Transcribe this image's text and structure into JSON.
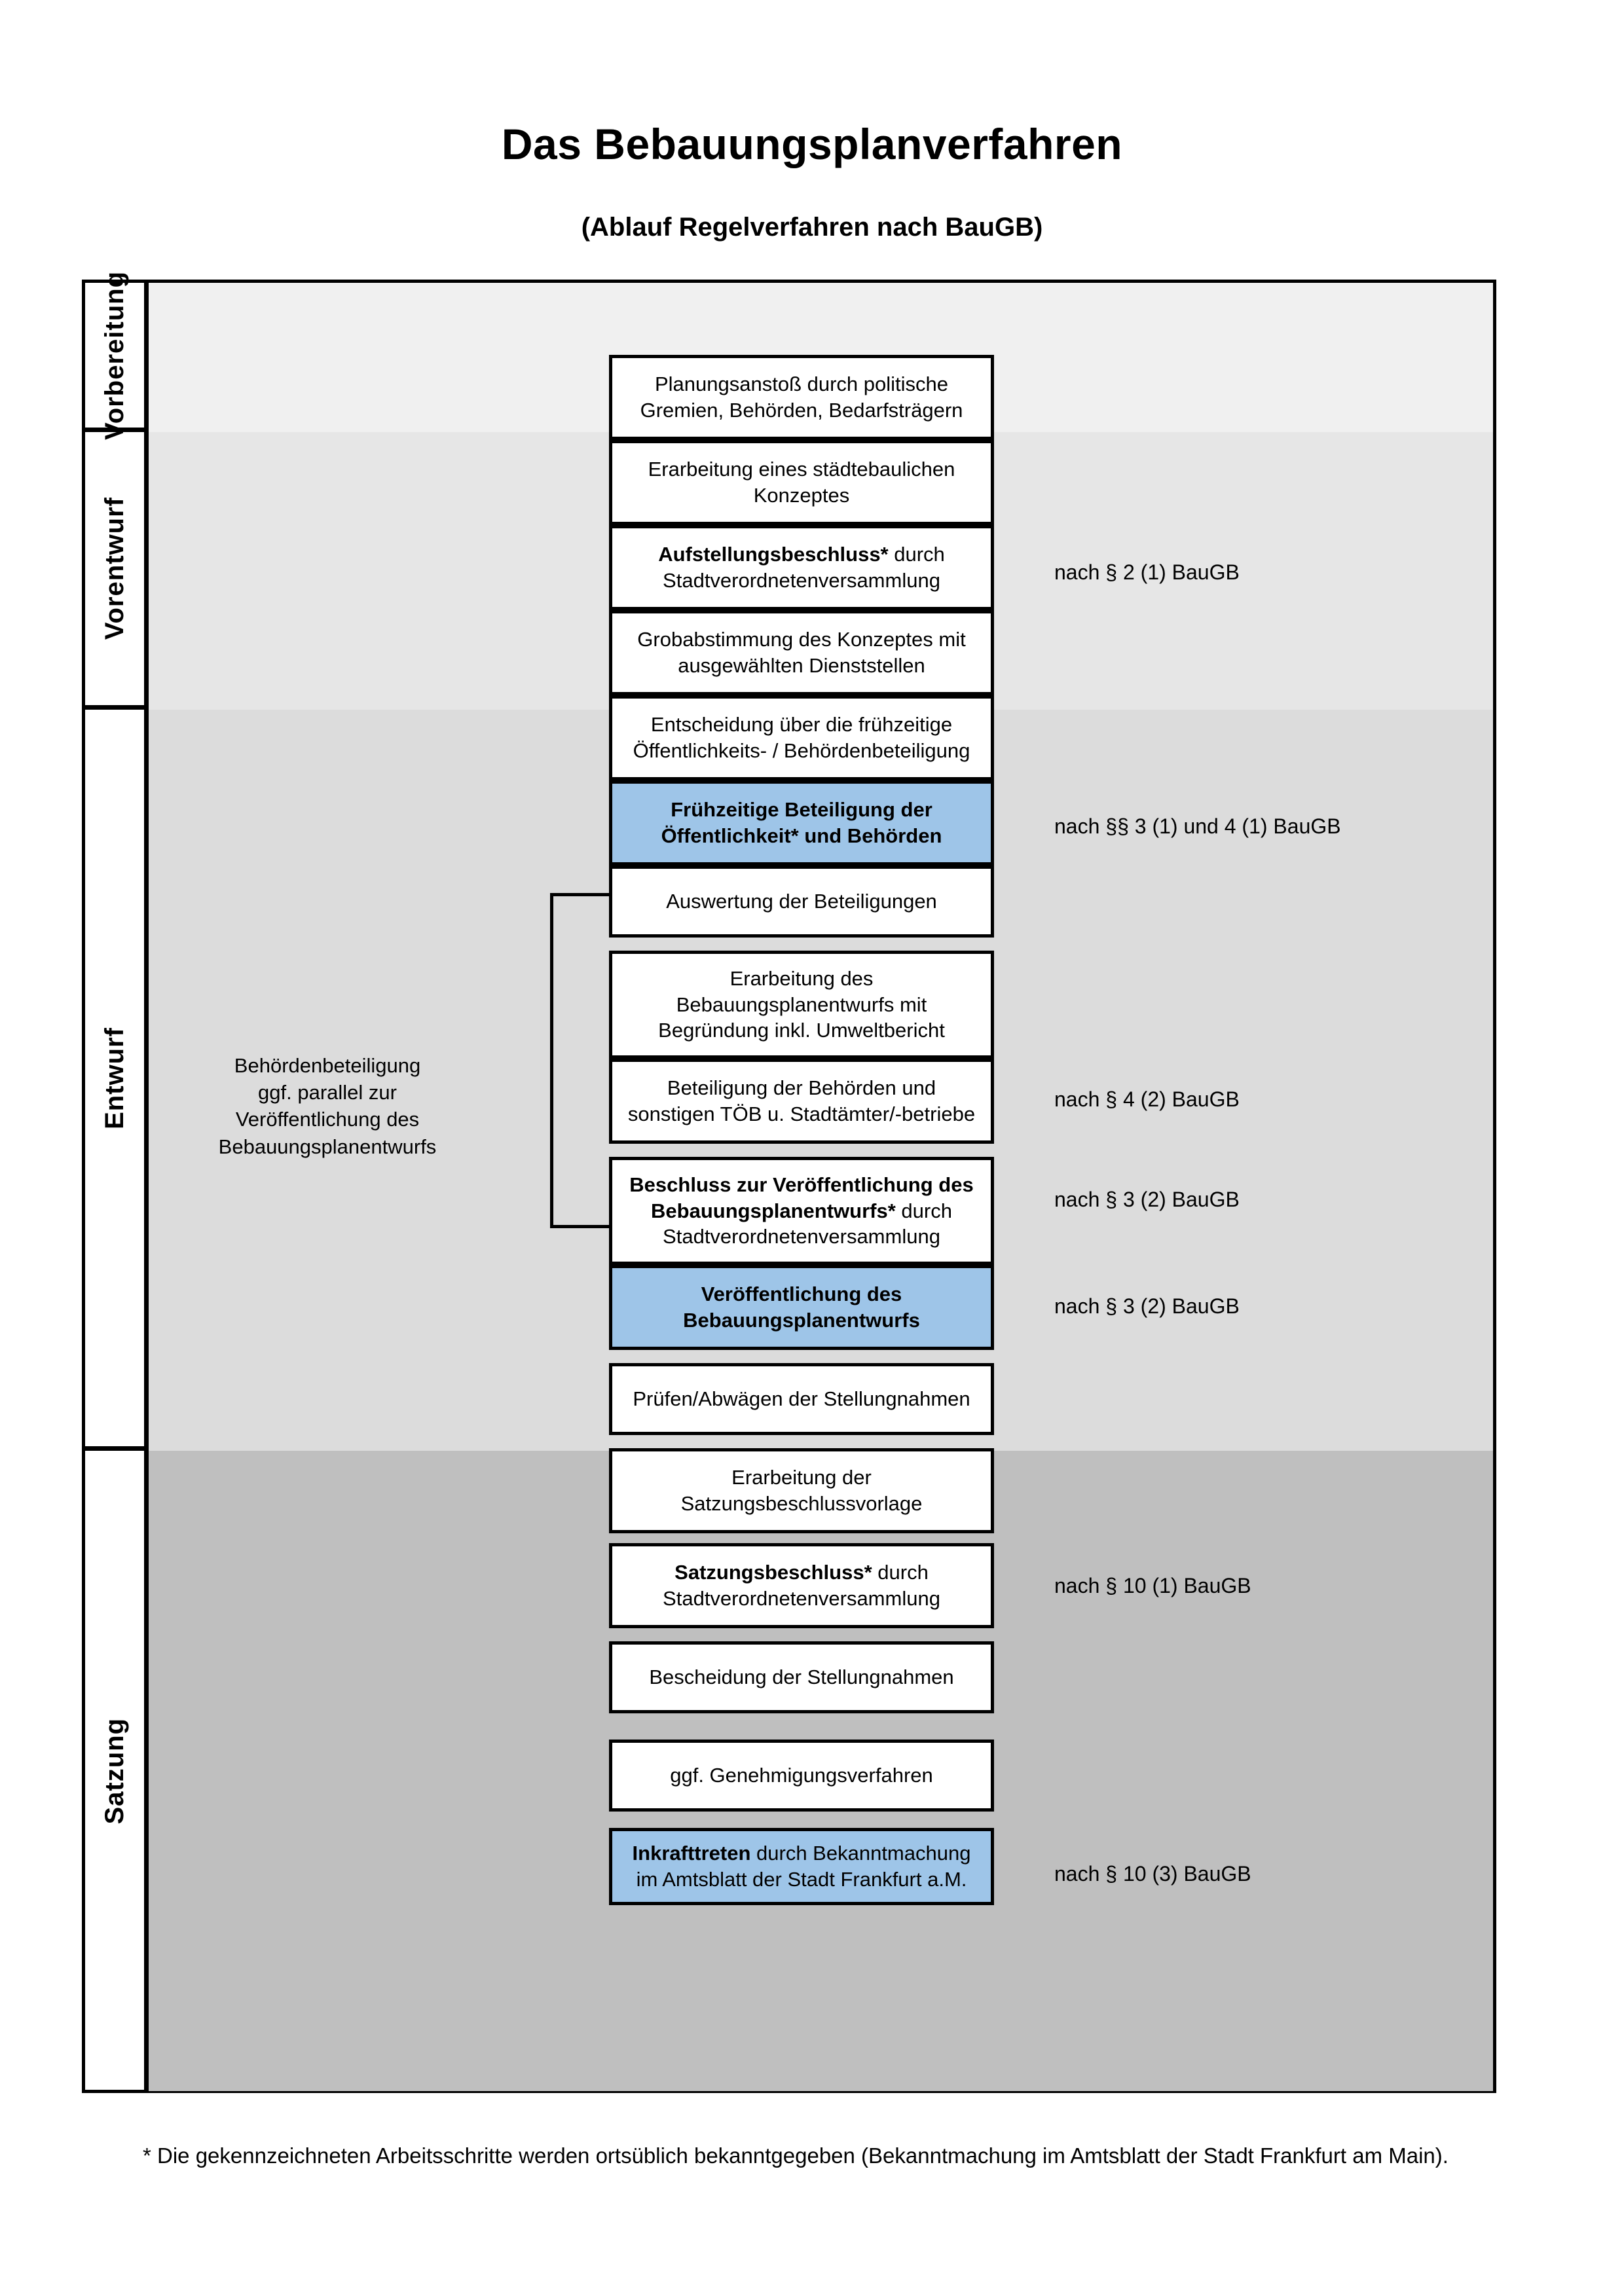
{
  "document": {
    "title": "Das Bebauungsplanverfahren",
    "subtitle": "(Ablauf Regelverfahren nach BauGB)",
    "footnote": "* Die gekennzeichneten Arbeitsschritte werden ortsüblich bekanntgegeben (Bekanntmachung im Amtsblatt  der Stadt Frankfurt am Main)."
  },
  "colors": {
    "highlight_blue": "#9EC5E8",
    "band_1": "#f0f0f0",
    "band_2": "#e6e6e6",
    "band_3": "#dcdcdc",
    "band_4": "#bfbfbf",
    "line": "#000000"
  },
  "phases": [
    {
      "label": "Vorbereitung"
    },
    {
      "label": "Vorentwurf"
    },
    {
      "label": "Entwurf"
    },
    {
      "label": "Satzung"
    }
  ],
  "side_note": {
    "lines": [
      "Behördenbeteiligung",
      "ggf. parallel zur",
      "Veröffentlichung des",
      "Bebauungsplanentwurfs"
    ]
  },
  "steps": [
    {
      "id": "planungsanstoss",
      "phase": "Vorbereitung",
      "highlight": false,
      "lines": [
        {
          "text": "Planungsanstoß durch politische"
        },
        {
          "text": "Gremien, Behörden, Bedarfsträgern"
        }
      ]
    },
    {
      "id": "staedtebauliches-konzept",
      "phase": "Vorbereitung",
      "highlight": false,
      "lines": [
        {
          "text": "Erarbeitung eines städtebaulichen"
        },
        {
          "text": "Konzeptes"
        }
      ]
    },
    {
      "id": "aufstellungsbeschluss",
      "phase": "Vorbereitung",
      "highlight": false,
      "lines": [
        {
          "bold": "Aufstellungsbeschluss*",
          "text": " durch"
        },
        {
          "text": "Stadtverordnetenversammlung"
        }
      ]
    },
    {
      "id": "grobabstimmung",
      "phase": "Vorentwurf",
      "highlight": false,
      "lines": [
        {
          "text": "Grobabstimmung des Konzeptes mit"
        },
        {
          "text": "ausgewählten Dienststellen"
        }
      ]
    },
    {
      "id": "entscheidung-fruehzeitige",
      "phase": "Vorentwurf",
      "highlight": false,
      "lines": [
        {
          "text": "Entscheidung über die frühzeitige"
        },
        {
          "text": "Öffentlichkeits- / Behördenbeteiligung"
        }
      ]
    },
    {
      "id": "fruehzeitige-beteiligung",
      "phase": "Vorentwurf",
      "highlight": true,
      "lines": [
        {
          "bold": "Frühzeitige Beteiligung der"
        },
        {
          "bold": "Öffentlichkeit* und Behörden"
        }
      ]
    },
    {
      "id": "auswertung",
      "phase": "Entwurf",
      "highlight": false,
      "lines": [
        {
          "text": "Auswertung der Beteiligungen"
        }
      ]
    },
    {
      "id": "erarbeitung-entwurf",
      "phase": "Entwurf",
      "highlight": false,
      "lines": [
        {
          "text": "Erarbeitung des"
        },
        {
          "text": "Bebauungsplanentwurfs mit"
        },
        {
          "text": "Begründung inkl. Umweltbericht"
        }
      ]
    },
    {
      "id": "beteiligung-behoerden",
      "phase": "Entwurf",
      "highlight": false,
      "lines": [
        {
          "text": "Beteiligung der Behörden und"
        },
        {
          "text": "sonstigen TÖB u. Stadtämter/-betriebe"
        }
      ]
    },
    {
      "id": "beschluss-veroeffentlichung",
      "phase": "Entwurf",
      "highlight": false,
      "lines": [
        {
          "bold": "Beschluss zur Veröffentlichung des"
        },
        {
          "bold": "Bebauungsplanentwurfs*",
          "text": " durch"
        },
        {
          "text": "Stadtverordnetenversammlung"
        }
      ]
    },
    {
      "id": "veroeffentlichung-entwurf",
      "phase": "Entwurf",
      "highlight": true,
      "lines": [
        {
          "bold": "Veröffentlichung des"
        },
        {
          "bold": "Bebauungsplanentwurfs"
        }
      ]
    },
    {
      "id": "pruefen-abwaegen",
      "phase": "Satzung",
      "highlight": false,
      "lines": [
        {
          "text": "Prüfen/Abwägen der Stellungnahmen"
        }
      ]
    },
    {
      "id": "satzungsbeschlussvorlage",
      "phase": "Satzung",
      "highlight": false,
      "lines": [
        {
          "text": "Erarbeitung der"
        },
        {
          "text": "Satzungsbeschlussvorlage"
        }
      ]
    },
    {
      "id": "satzungsbeschluss",
      "phase": "Satzung",
      "highlight": false,
      "lines": [
        {
          "bold": "Satzungsbeschluss*",
          "text": " durch"
        },
        {
          "text": "Stadtverordnetenversammlung"
        }
      ]
    },
    {
      "id": "bescheidung",
      "phase": "Satzung",
      "highlight": false,
      "lines": [
        {
          "text": "Bescheidung der Stellungnahmen"
        }
      ]
    },
    {
      "id": "genehmigungsverfahren",
      "phase": "Satzung",
      "highlight": false,
      "lines": [
        {
          "text": "ggf. Genehmigungsverfahren"
        }
      ]
    },
    {
      "id": "inkrafttreten",
      "phase": "Satzung",
      "highlight": true,
      "lines": [
        {
          "bold": "Inkrafttreten",
          "text": " durch Bekanntmachung"
        },
        {
          "text": "im Amtsblatt der Stadt Frankfurt a.M."
        }
      ]
    }
  ],
  "legal_refs": [
    {
      "id": "ref-2-1",
      "text": "nach § 2 (1) BauGB",
      "for": "aufstellungsbeschluss"
    },
    {
      "id": "ref-3-1-4-1",
      "text": "nach §§ 3 (1) und 4 (1) BauGB",
      "for": "fruehzeitige-beteiligung"
    },
    {
      "id": "ref-4-2",
      "text": "nach § 4 (2) BauGB",
      "for": "beteiligung-behoerden"
    },
    {
      "id": "ref-3-2a",
      "text": "nach § 3 (2) BauGB",
      "for": "beschluss-veroeffentlichung"
    },
    {
      "id": "ref-3-2b",
      "text": "nach § 3 (2) BauGB",
      "for": "veroeffentlichung-entwurf"
    },
    {
      "id": "ref-10-1",
      "text": "nach § 10 (1) BauGB",
      "for": "satzungsbeschluss"
    },
    {
      "id": "ref-10-3",
      "text": "nach § 10 (3) BauGB",
      "for": "inkrafttreten"
    }
  ]
}
